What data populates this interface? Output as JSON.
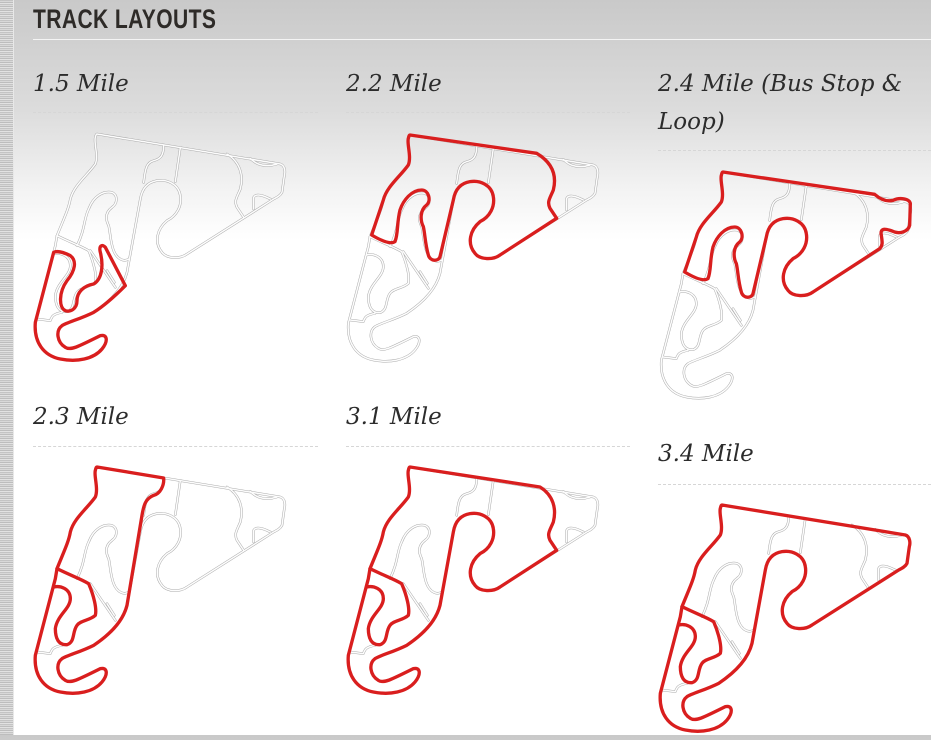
{
  "section_title": "TRACK LAYOUTS",
  "highlight_color": "#d91e1e",
  "layouts": [
    {
      "label": "1.5 Mile"
    },
    {
      "label": "2.2 Mile"
    },
    {
      "label": "2.4 Mile (Bus Stop & Loop)"
    },
    {
      "label": "2.3 Mile"
    },
    {
      "label": "3.1 Mile"
    },
    {
      "label": "3.4 Mile"
    }
  ]
}
